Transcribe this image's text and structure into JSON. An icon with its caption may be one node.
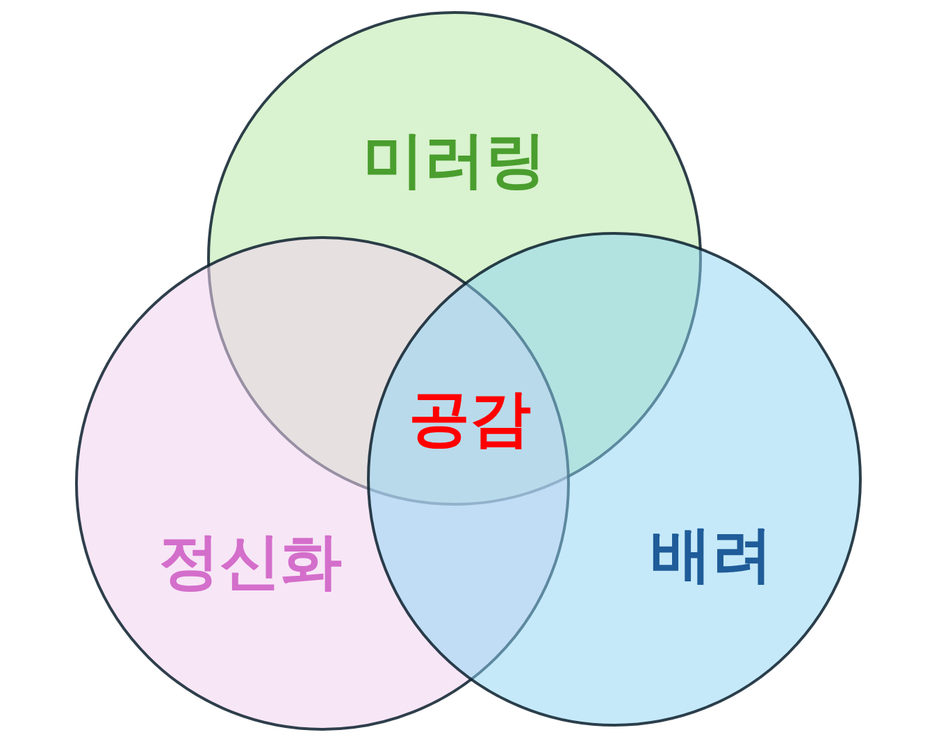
{
  "diagram": {
    "nodes": [
      {
        "text": [
          "미러링"
        ]
      },
      {
        "text": [
          "정신화"
        ]
      },
      {
        "text": [
          "배려"
        ]
      }
    ],
    "labels": [
      "공감"
    ]
  }
}
